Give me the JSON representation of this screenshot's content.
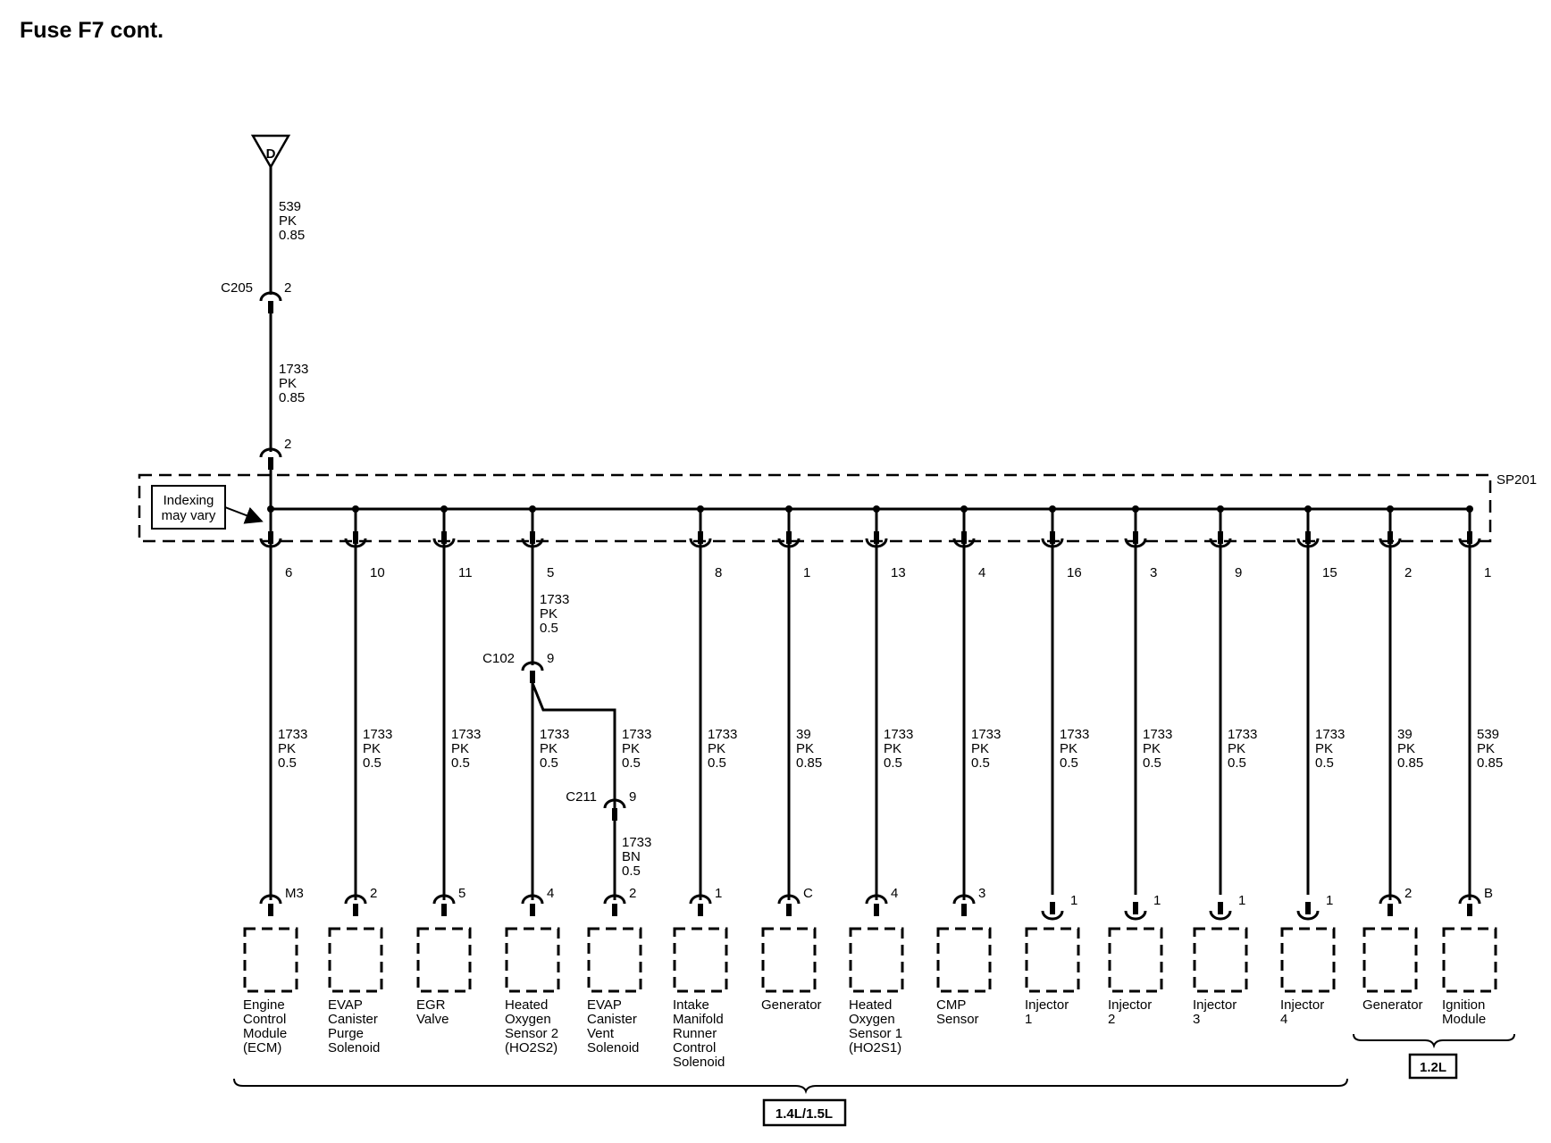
{
  "title": "Fuse F7 cont.",
  "diagram": {
    "source": {
      "symbol": "D",
      "wire_top": [
        "539",
        "PK",
        "0.85"
      ],
      "connector": "C205",
      "connector_pin": "2",
      "wire_mid": [
        "1733",
        "PK",
        "0.85"
      ],
      "splice_input_pin": "2"
    },
    "splice": {
      "name": "SP201",
      "note": [
        "Indexing",
        "may vary"
      ]
    },
    "inline_connectors": {
      "c102": {
        "name": "C102",
        "pin": "9"
      },
      "c211": {
        "name": "C211",
        "pin": "9",
        "wire_after": [
          "1733",
          "BN",
          "0.5"
        ]
      }
    },
    "branches": [
      {
        "splice_pin": "6",
        "wire": [
          "1733",
          "PK",
          "0.5"
        ],
        "comp_pin": "M3",
        "component": [
          "Engine",
          "Control",
          "Module",
          "(ECM)"
        ]
      },
      {
        "splice_pin": "10",
        "wire": [
          "1733",
          "PK",
          "0.5"
        ],
        "comp_pin": "2",
        "component": [
          "EVAP",
          "Canister",
          "Purge",
          "Solenoid"
        ]
      },
      {
        "splice_pin": "11",
        "wire": [
          "1733",
          "PK",
          "0.5"
        ],
        "comp_pin": "5",
        "component": [
          "EGR",
          "Valve"
        ]
      },
      {
        "splice_pin": "5",
        "wire_upper": [
          "1733",
          "PK",
          "0.5"
        ],
        "wire": [
          "1733",
          "PK",
          "0.5"
        ],
        "comp_pin": "4",
        "component": [
          "Heated",
          "Oxygen",
          "Sensor 2",
          "(HO2S2)"
        ]
      },
      {
        "wire": [
          "1733",
          "PK",
          "0.5"
        ],
        "comp_pin": "2",
        "component": [
          "EVAP",
          "Canister",
          "Vent",
          "Solenoid"
        ]
      },
      {
        "splice_pin": "8",
        "wire": [
          "1733",
          "PK",
          "0.5"
        ],
        "comp_pin": "1",
        "component": [
          "Intake",
          "Manifold",
          "Runner",
          "Control",
          "Solenoid"
        ]
      },
      {
        "splice_pin": "1",
        "wire": [
          "39",
          "PK",
          "0.85"
        ],
        "comp_pin": "C",
        "component": [
          "Generator"
        ]
      },
      {
        "splice_pin": "13",
        "wire": [
          "1733",
          "PK",
          "0.5"
        ],
        "comp_pin": "4",
        "component": [
          "Heated",
          "Oxygen",
          "Sensor 1",
          "(HO2S1)"
        ]
      },
      {
        "splice_pin": "4",
        "wire": [
          "1733",
          "PK",
          "0.5"
        ],
        "comp_pin": "3",
        "component": [
          "CMP",
          "Sensor"
        ]
      },
      {
        "splice_pin": "16",
        "wire": [
          "1733",
          "PK",
          "0.5"
        ],
        "comp_pin": "1",
        "component": [
          "Injector",
          "1"
        ]
      },
      {
        "splice_pin": "3",
        "wire": [
          "1733",
          "PK",
          "0.5"
        ],
        "comp_pin": "1",
        "component": [
          "Injector",
          "2"
        ]
      },
      {
        "splice_pin": "9",
        "wire": [
          "1733",
          "PK",
          "0.5"
        ],
        "comp_pin": "1",
        "component": [
          "Injector",
          "3"
        ]
      },
      {
        "splice_pin": "15",
        "wire": [
          "1733",
          "PK",
          "0.5"
        ],
        "comp_pin": "1",
        "component": [
          "Injector",
          "4"
        ]
      },
      {
        "splice_pin": "2",
        "wire": [
          "39",
          "PK",
          "0.85"
        ],
        "comp_pin": "2",
        "component": [
          "Generator"
        ]
      },
      {
        "splice_pin": "1",
        "wire": [
          "539",
          "PK",
          "0.85"
        ],
        "comp_pin": "B",
        "component": [
          "Ignition",
          "Module"
        ]
      }
    ],
    "groups": {
      "large": "1.4L/1.5L",
      "small": "1.2L"
    }
  }
}
